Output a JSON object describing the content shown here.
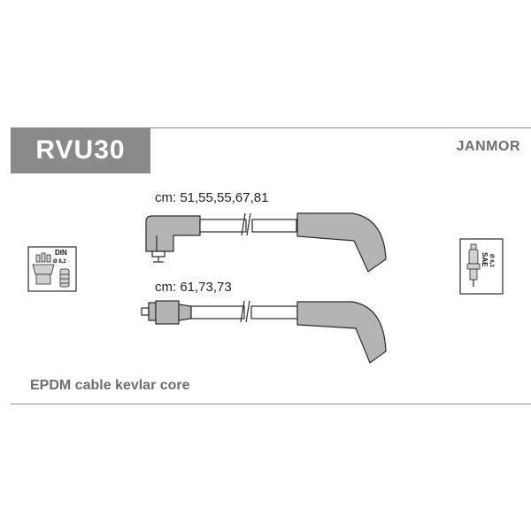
{
  "header": {
    "part_code": "RVU30",
    "brand": "JANMOR"
  },
  "sets": [
    {
      "lengths_label": "cm: 51,55,55,67,81"
    },
    {
      "lengths_label": "cm: 61,73,73"
    }
  ],
  "badges": {
    "distributor": {
      "standard": "DIN",
      "diameter": "Ø 8,2"
    },
    "spark_plug": {
      "standard": "SAE",
      "diameter": "Ø 6,3"
    }
  },
  "footer": {
    "description": "EPDM cable kevlar core"
  },
  "colors": {
    "header_box": "#8a8a8a",
    "brand_text": "#6e6e6e",
    "cable_fill": "#b4b4b4",
    "outline": "#2a2a2a"
  }
}
